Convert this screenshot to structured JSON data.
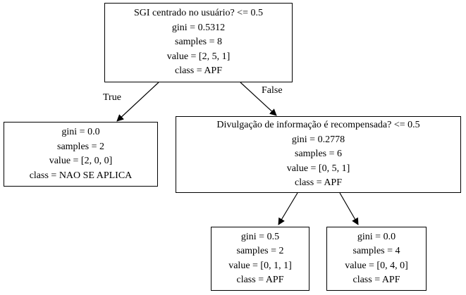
{
  "tree": {
    "root": {
      "question": "SGI centrado no usuário? <= 0.5",
      "gini": "gini = 0.5312",
      "samples": "samples = 8",
      "value": "value = [2, 5, 1]",
      "class": "class = APF"
    },
    "left_leaf": {
      "gini": "gini = 0.0",
      "samples": "samples = 2",
      "value": "value = [2, 0, 0]",
      "class": "class = NAO SE APLICA"
    },
    "right_node": {
      "question": "Divulgação de informação é recompensada? <= 0.5",
      "gini": "gini = 0.2778",
      "samples": "samples = 6",
      "value": "value = [0, 5, 1]",
      "class": "class = APF"
    },
    "right_left_leaf": {
      "gini": "gini = 0.5",
      "samples": "samples = 2",
      "value": "value = [0, 1, 1]",
      "class": "class = APF"
    },
    "right_right_leaf": {
      "gini": "gini = 0.0",
      "samples": "samples = 4",
      "value": "value = [0, 4, 0]",
      "class": "class = APF"
    },
    "edge_labels": {
      "true": "True",
      "false": "False"
    }
  }
}
